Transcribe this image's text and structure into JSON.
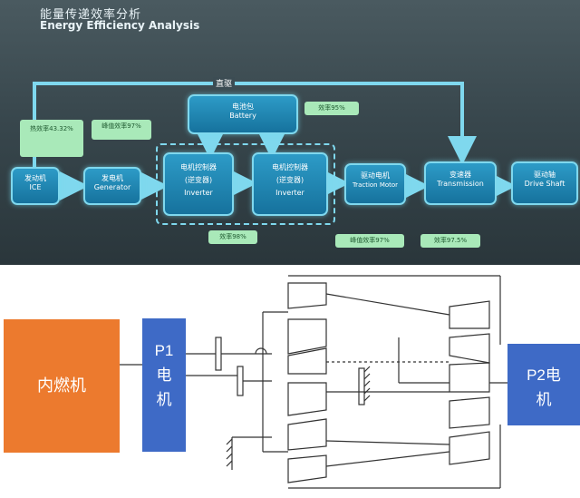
{
  "top_panel": {
    "title_cn": "能量传递效率分析",
    "title_en": "Energy Efficiency Analysis",
    "direct_drive_label": "直驱",
    "nodes": {
      "engine": {
        "cn": "发动机",
        "en": "ICE"
      },
      "generator": {
        "cn": "发电机",
        "en": "Generator"
      },
      "battery": {
        "cn": "电池包",
        "en": "Battery"
      },
      "controller1": {
        "cn1": "电机控制器",
        "cn2": "(逆变器)",
        "en": "Inverter"
      },
      "controller2": {
        "cn1": "电机控制器",
        "cn2": "(逆变器)",
        "en": "Inverter"
      },
      "traction_motor": {
        "cn": "驱动电机",
        "en": "Traction Motor"
      },
      "transmission": {
        "cn": "变速器",
        "en": "Transmission"
      },
      "drive_shaft": {
        "cn": "驱动轴",
        "en": "Drive Shaft"
      }
    },
    "callouts": {
      "engine_eff": {
        "line1": "热效率43.32%",
        "line2": ""
      },
      "generator_eff": {
        "line1": "峰值效率97%",
        "line2": ""
      },
      "battery_eff": "效率95%",
      "inverter_eff": "效率98%",
      "motor_eff": "峰值效率97%",
      "transmission_eff": "效率97.5%"
    },
    "colors": {
      "box": "#1e86b5",
      "flow": "#7fd8ee",
      "callout": "#a9e9b9"
    }
  },
  "bottom_panel": {
    "ice_label": "内燃机",
    "p1_line1": "P1",
    "p1_line2": "电",
    "p1_line3": "机",
    "p2_line1": "P2电",
    "p2_line2": "机",
    "colors": {
      "ice": "#ec7a2e",
      "motor": "#3e6ac6",
      "line": "#333333"
    }
  }
}
